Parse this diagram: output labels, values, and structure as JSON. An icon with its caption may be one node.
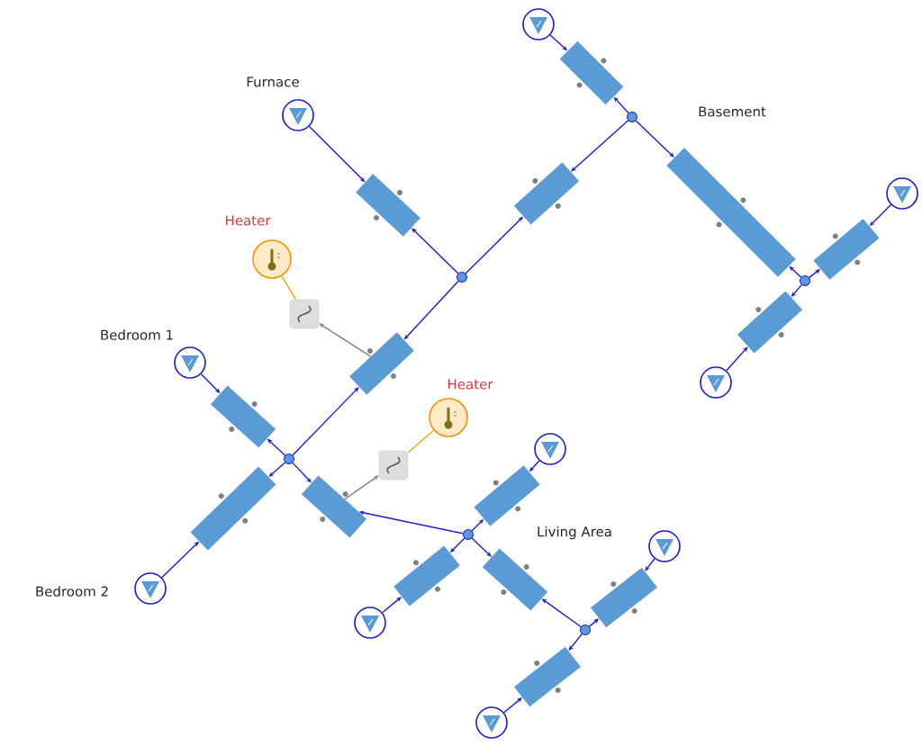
{
  "diagram": {
    "nodes": [
      {
        "text": [],
        "shape": "circle"
      },
      {
        "text": [],
        "shape": "box"
      },
      {
        "text": [
          "Furnace"
        ]
      },
      {
        "text": [],
        "shape": "circle"
      },
      {
        "text": [],
        "shape": "box"
      },
      {
        "text": [],
        "shape": "box"
      },
      {
        "text": [],
        "shape": "box"
      },
      {
        "text": [],
        "shape": "circle"
      },
      {
        "text": [
          "Heater"
        ]
      },
      {
        "text": [],
        "shape": "box"
      },
      {
        "text": [],
        "shape": "circle"
      },
      {
        "text": [],
        "shape": "circle"
      },
      {
        "text": [],
        "shape": "box"
      },
      {
        "text": [],
        "shape": "box"
      },
      {
        "text": [],
        "shape": "box"
      },
      {
        "text": [
          "Bedroom 1"
        ]
      },
      {
        "text": [],
        "shape": "circle"
      },
      {
        "text": [
          "Heater"
        ]
      },
      {
        "text": [],
        "shape": "box"
      },
      {
        "text": [],
        "shape": "circle"
      },
      {
        "text": [],
        "shape": "circle"
      },
      {
        "text": [],
        "shape": "box"
      },
      {
        "text": [],
        "shape": "box"
      },
      {
        "text": [],
        "shape": "box"
      },
      {
        "text": [],
        "shape": "box"
      },
      {
        "text": [],
        "shape": "circle"
      },
      {
        "text": [],
        "shape": "box"
      },
      {
        "text": [],
        "shape": "circle"
      },
      {
        "text": [],
        "shape": "box"
      },
      {
        "text": [
          "Bedroom 2"
        ]
      },
      {
        "text": [],
        "shape": "box"
      },
      {
        "text": [],
        "shape": "circle"
      },
      {
        "text": [],
        "shape": "circle"
      },
      {
        "text": [],
        "shape": "box"
      },
      {
        "text": [],
        "shape": "circle"
      }
    ],
    "edges": [
      {
        "from": 2,
        "to": 4,
        "arrow": "to"
      },
      {
        "from": 10,
        "to": 4,
        "arrow": "to"
      },
      {
        "from": 10,
        "to": 5,
        "arrow": "to"
      },
      {
        "from": 3,
        "to": 5,
        "arrow": "to"
      },
      {
        "from": 3,
        "to": 1,
        "arrow": "to"
      },
      {
        "from": 0,
        "to": 1,
        "arrow": "to"
      },
      {
        "from": 3,
        "to": 6,
        "arrow": "to"
      },
      {
        "from": 11,
        "to": 6,
        "arrow": "to"
      },
      {
        "from": 11,
        "to": 9,
        "arrow": "to"
      },
      {
        "from": 7,
        "to": 9,
        "arrow": "to"
      },
      {
        "from": 11,
        "to": 13,
        "arrow": "to"
      },
      {
        "from": 16,
        "to": 13,
        "arrow": "to"
      },
      {
        "from": 10,
        "to": 14,
        "arrow": "to"
      },
      {
        "from": 20,
        "to": 14,
        "arrow": "to"
      },
      {
        "from": 20,
        "to": 18,
        "arrow": "to"
      },
      {
        "from": 15,
        "to": 18,
        "arrow": "to"
      },
      {
        "from": 20,
        "to": 24,
        "arrow": "to"
      },
      {
        "from": 29,
        "to": 24,
        "arrow": "to"
      },
      {
        "from": 20,
        "to": 23,
        "arrow": "to"
      },
      {
        "from": 25,
        "to": 23,
        "arrow": "to"
      },
      {
        "from": 25,
        "to": 22,
        "arrow": "to"
      },
      {
        "from": 19,
        "to": 22,
        "arrow": "to"
      },
      {
        "from": 25,
        "to": 28,
        "arrow": "to"
      },
      {
        "from": 31,
        "to": 28,
        "arrow": "to"
      },
      {
        "from": 25,
        "to": 26,
        "arrow": "to"
      },
      {
        "from": 32,
        "to": 26,
        "arrow": "to"
      },
      {
        "from": 32,
        "to": 30,
        "arrow": "to"
      },
      {
        "from": 27,
        "to": 30,
        "arrow": "to"
      },
      {
        "from": 32,
        "to": 33,
        "arrow": "to"
      },
      {
        "from": 34,
        "to": 33,
        "arrow": "to"
      },
      {
        "from": 14,
        "to": 12,
        "arrow": "to",
        "color": "#808080"
      },
      {
        "from": 8,
        "to": 12,
        "arrow": "none",
        "color": "#f0a800"
      },
      {
        "from": 23,
        "to": 21,
        "arrow": "to",
        "color": "#808080"
      },
      {
        "from": 17,
        "to": 21,
        "arrow": "none",
        "color": "#f0a800"
      }
    ],
    "labels": [
      "Basement",
      "Living Area"
    ]
  }
}
